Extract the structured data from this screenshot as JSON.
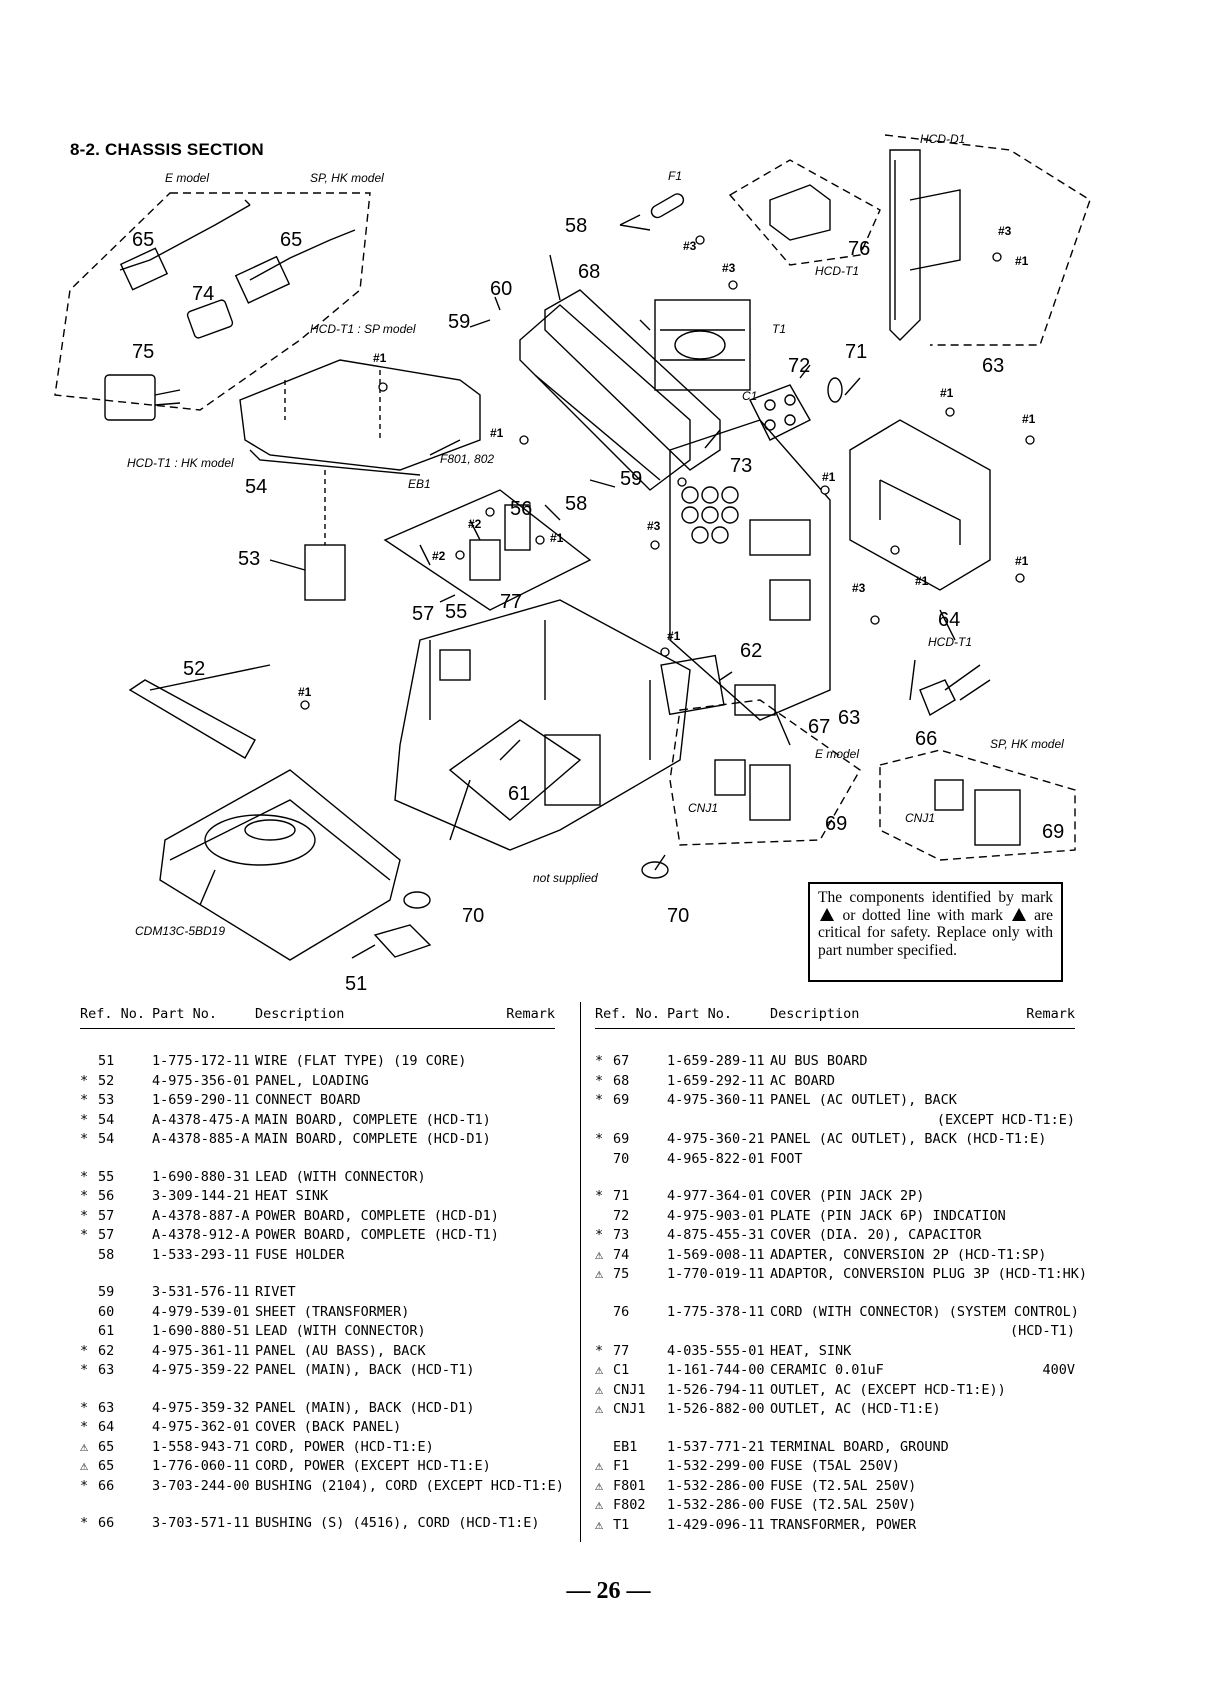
{
  "section_title": "8-2. CHASSIS SECTION",
  "diagram": {
    "labels": {
      "e_model_top": "E model",
      "sp_hk_model_top": "SP, HK model",
      "hcd_t1_sp": "HCD-T1 : SP model",
      "hcd_t1_hk": "HCD-T1 : HK model",
      "hcd_d1": "HCD-D1",
      "hcd_t1_76": "HCD-T1",
      "hcd_t1_64": "HCD-T1",
      "e_model_69": "E model",
      "sp_hk_model_69": "SP, HK model",
      "f1": "F1",
      "t1": "T1",
      "c1": "C1",
      "eb1": "EB1",
      "f801_802": "F801, 802",
      "cnj1_a": "CNJ1",
      "cnj1_b": "CNJ1",
      "not_supplied": "not supplied",
      "cdm": "CDM13C-5BD19"
    },
    "callouts": [
      "51",
      "52",
      "53",
      "54",
      "55",
      "56",
      "57",
      "58",
      "58",
      "59",
      "59",
      "60",
      "61",
      "62",
      "63",
      "63",
      "64",
      "65",
      "65",
      "66",
      "67",
      "68",
      "69",
      "69",
      "70",
      "70",
      "71",
      "72",
      "73",
      "74",
      "75",
      "76",
      "77"
    ],
    "screws": [
      "#1",
      "#1",
      "#1",
      "#1",
      "#1",
      "#1",
      "#1",
      "#1",
      "#1",
      "#1",
      "#1",
      "#2",
      "#2",
      "#3",
      "#3",
      "#3",
      "#3",
      "#3"
    ]
  },
  "notice": {
    "line1": "The components identified by mark",
    "line2": "or dotted line with mark",
    "line3": "are critical for safety.",
    "line4": "Replace only with part number specified."
  },
  "table_headers": {
    "ref": "Ref. No.",
    "part": "Part No.",
    "desc": "Description",
    "remark": "Remark"
  },
  "left_rows": [
    {
      "mark": "",
      "ref": "51",
      "part": "1-775-172-11",
      "desc": "WIRE (FLAT TYPE) (19 CORE)",
      "remark": ""
    },
    {
      "mark": "*",
      "ref": "52",
      "part": "4-975-356-01",
      "desc": "PANEL, LOADING",
      "remark": ""
    },
    {
      "mark": "*",
      "ref": "53",
      "part": "1-659-290-11",
      "desc": "CONNECT BOARD",
      "remark": ""
    },
    {
      "mark": "*",
      "ref": "54",
      "part": "A-4378-475-A",
      "desc": "MAIN BOARD, COMPLETE (HCD-T1)",
      "remark": ""
    },
    {
      "mark": "*",
      "ref": "54",
      "part": "A-4378-885-A",
      "desc": "MAIN BOARD, COMPLETE (HCD-D1)",
      "remark": ""
    },
    {
      "mark": "*",
      "ref": "55",
      "part": "1-690-880-31",
      "desc": "LEAD (WITH CONNECTOR)",
      "remark": "",
      "gap": true
    },
    {
      "mark": "*",
      "ref": "56",
      "part": "3-309-144-21",
      "desc": "HEAT SINK",
      "remark": ""
    },
    {
      "mark": "*",
      "ref": "57",
      "part": "A-4378-887-A",
      "desc": "POWER BOARD, COMPLETE (HCD-D1)",
      "remark": ""
    },
    {
      "mark": "*",
      "ref": "57",
      "part": "A-4378-912-A",
      "desc": "POWER BOARD, COMPLETE (HCD-T1)",
      "remark": ""
    },
    {
      "mark": "",
      "ref": "58",
      "part": "1-533-293-11",
      "desc": "FUSE HOLDER",
      "remark": ""
    },
    {
      "mark": "",
      "ref": "59",
      "part": "3-531-576-11",
      "desc": "RIVET",
      "remark": "",
      "gap": true
    },
    {
      "mark": "",
      "ref": "60",
      "part": "4-979-539-01",
      "desc": "SHEET (TRANSFORMER)",
      "remark": ""
    },
    {
      "mark": "",
      "ref": "61",
      "part": "1-690-880-51",
      "desc": "LEAD (WITH CONNECTOR)",
      "remark": ""
    },
    {
      "mark": "*",
      "ref": "62",
      "part": "4-975-361-11",
      "desc": "PANEL (AU BASS), BACK",
      "remark": ""
    },
    {
      "mark": "*",
      "ref": "63",
      "part": "4-975-359-22",
      "desc": "PANEL (MAIN), BACK (HCD-T1)",
      "remark": ""
    },
    {
      "mark": "*",
      "ref": "63",
      "part": "4-975-359-32",
      "desc": "PANEL (MAIN), BACK (HCD-D1)",
      "remark": "",
      "gap": true
    },
    {
      "mark": "*",
      "ref": "64",
      "part": "4-975-362-01",
      "desc": "COVER (BACK PANEL)",
      "remark": ""
    },
    {
      "mark": "⚠",
      "ref": "65",
      "part": "1-558-943-71",
      "desc": "CORD, POWER (HCD-T1:E)",
      "remark": ""
    },
    {
      "mark": "⚠",
      "ref": "65",
      "part": "1-776-060-11",
      "desc": "CORD, POWER (EXCEPT HCD-T1:E)",
      "remark": ""
    },
    {
      "mark": "*",
      "ref": "66",
      "part": "3-703-244-00",
      "desc": "BUSHING (2104), CORD (EXCEPT HCD-T1:E)",
      "remark": ""
    },
    {
      "mark": "*",
      "ref": "66",
      "part": "3-703-571-11",
      "desc": "BUSHING (S) (4516), CORD (HCD-T1:E)",
      "remark": "",
      "gap": true
    }
  ],
  "right_rows": [
    {
      "mark": "*",
      "ref": "67",
      "part": "1-659-289-11",
      "desc": "AU BUS BOARD",
      "remark": ""
    },
    {
      "mark": "*",
      "ref": "68",
      "part": "1-659-292-11",
      "desc": "AC BOARD",
      "remark": ""
    },
    {
      "mark": "*",
      "ref": "69",
      "part": "4-975-360-11",
      "desc": "PANEL (AC OUTLET), BACK",
      "remark": ""
    },
    {
      "cont": "(EXCEPT HCD-T1:E)"
    },
    {
      "mark": "*",
      "ref": "69",
      "part": "4-975-360-21",
      "desc": "PANEL (AC OUTLET), BACK (HCD-T1:E)",
      "remark": ""
    },
    {
      "mark": "",
      "ref": "70",
      "part": "4-965-822-01",
      "desc": "FOOT",
      "remark": ""
    },
    {
      "mark": "*",
      "ref": "71",
      "part": "4-977-364-01",
      "desc": "COVER (PIN JACK 2P)",
      "remark": "",
      "gap": true
    },
    {
      "mark": "",
      "ref": "72",
      "part": "4-975-903-01",
      "desc": "PLATE (PIN JACK 6P) INDCATION",
      "remark": ""
    },
    {
      "mark": "*",
      "ref": "73",
      "part": "4-875-455-31",
      "desc": "COVER (DIA. 20), CAPACITOR",
      "remark": ""
    },
    {
      "mark": "⚠",
      "ref": "74",
      "part": "1-569-008-11",
      "desc": "ADAPTER, CONVERSION 2P (HCD-T1:SP)",
      "remark": ""
    },
    {
      "mark": "⚠",
      "ref": "75",
      "part": "1-770-019-11",
      "desc": "ADAPTOR, CONVERSION PLUG 3P (HCD-T1:HK)",
      "remark": ""
    },
    {
      "mark": "",
      "ref": "76",
      "part": "1-775-378-11",
      "desc": "CORD (WITH CONNECTOR) (SYSTEM CONTROL)",
      "remark": "",
      "gap": true
    },
    {
      "cont": "(HCD-T1)"
    },
    {
      "mark": "*",
      "ref": "77",
      "part": "4-035-555-01",
      "desc": "HEAT, SINK",
      "remark": ""
    },
    {
      "mark": "⚠",
      "ref": "C1",
      "part": "1-161-744-00",
      "desc": "CERAMIC        0.01uF",
      "remark": "400V"
    },
    {
      "mark": "⚠",
      "ref": "CNJ1",
      "part": "1-526-794-11",
      "desc": "OUTLET, AC (EXCEPT HCD-T1:E))",
      "remark": ""
    },
    {
      "mark": "⚠",
      "ref": "CNJ1",
      "part": "1-526-882-00",
      "desc": "OUTLET, AC (HCD-T1:E)",
      "remark": ""
    },
    {
      "mark": "",
      "ref": "EB1",
      "part": "1-537-771-21",
      "desc": "TERMINAL BOARD, GROUND",
      "remark": "",
      "gap": true
    },
    {
      "mark": "⚠",
      "ref": "F1",
      "part": "1-532-299-00",
      "desc": "FUSE (T5AL 250V)",
      "remark": ""
    },
    {
      "mark": "⚠",
      "ref": "F801",
      "part": "1-532-286-00",
      "desc": "FUSE (T2.5AL 250V)",
      "remark": ""
    },
    {
      "mark": "⚠",
      "ref": "F802",
      "part": "1-532-286-00",
      "desc": "FUSE (T2.5AL 250V)",
      "remark": ""
    },
    {
      "mark": "⚠",
      "ref": "T1",
      "part": "1-429-096-11",
      "desc": "TRANSFORMER, POWER",
      "remark": ""
    }
  ],
  "page_number": "— 26 —"
}
